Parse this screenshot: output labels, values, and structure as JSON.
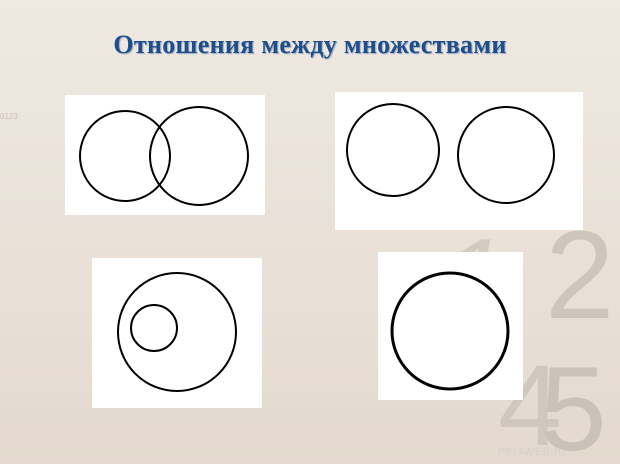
{
  "slide": {
    "title": "Отношения между множествами",
    "decorative_digits": [
      "1",
      "2",
      "4",
      "5"
    ],
    "watermark": "PPt4WEB.ru",
    "left_mark": "0123"
  },
  "panels": [
    {
      "name": "intersecting-sets",
      "relation": "intersection"
    },
    {
      "name": "disjoint-sets",
      "relation": "disjoint"
    },
    {
      "name": "subset-sets",
      "relation": "subset"
    },
    {
      "name": "single-set",
      "relation": "equal"
    }
  ],
  "colors": {
    "title": "#1f4e8c",
    "circle_stroke": "#000000",
    "panel_bg": "#ffffff",
    "digits": "#cfc6bc"
  }
}
